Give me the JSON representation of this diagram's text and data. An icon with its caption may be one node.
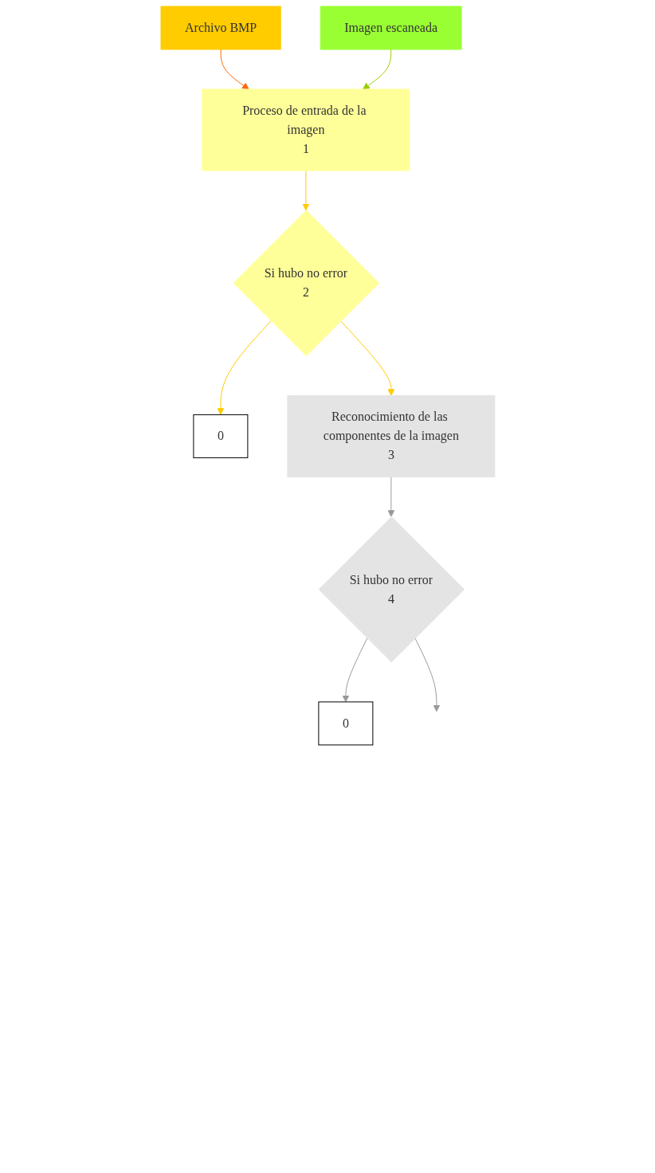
{
  "diagram": {
    "nodes": [
      {
        "text": [
          "Archivo BMP"
        ]
      },
      {
        "text": [
          "Imagen escaneada"
        ]
      },
      {
        "text": [
          "Proceso de entrada de la imagen",
          "1"
        ]
      },
      {
        "text": [
          "0"
        ]
      },
      {
        "text": [
          "Si hubo no error",
          "2"
        ]
      },
      {
        "text": [
          "Reconocimiento de las componentes de la imagen",
          "3"
        ]
      },
      {
        "text": [
          "0"
        ]
      },
      {
        "text": [
          "Si hubo no error",
          "4"
        ]
      }
    ],
    "edges": [
      {
        "from": 0,
        "to": 2,
        "arrow": "to",
        "color": "#ff6600"
      },
      {
        "from": 1,
        "to": 2,
        "arrow": "to",
        "color": "#99cc00"
      },
      {
        "from": 2,
        "to": 4,
        "arrow": "to",
        "color": "#ffcc00"
      },
      {
        "from": 4,
        "to": 3,
        "arrow": "to",
        "color": "#ffcc00"
      },
      {
        "from": 4,
        "to": 5,
        "arrow": "to",
        "color": "#ffcc00"
      },
      {
        "from": 5,
        "to": 7,
        "arrow": "to",
        "color": "#999999"
      },
      {
        "from": 7,
        "to": 6,
        "arrow": "to",
        "color": "#999999"
      },
      {
        "from": 7,
        "to": null,
        "arrow": "to",
        "color": "#999999"
      }
    ]
  }
}
